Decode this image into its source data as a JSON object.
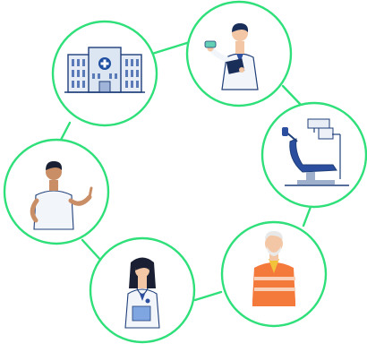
{
  "diagram": {
    "type": "circular-network",
    "node_count": 6,
    "connector_color": "#2fe07a",
    "nodes": [
      {
        "name": "hospital",
        "icon": "hospital-building-icon"
      },
      {
        "name": "pharmacist",
        "icon": "pharmacist-with-clipboard-icon"
      },
      {
        "name": "dental-chair",
        "icon": "dental-chair-icon"
      },
      {
        "name": "elderly-man",
        "icon": "elderly-man-orange-vest-icon"
      },
      {
        "name": "female-doctor",
        "icon": "female-doctor-stethoscope-icon"
      },
      {
        "name": "patient",
        "icon": "young-man-pointing-icon"
      }
    ]
  }
}
